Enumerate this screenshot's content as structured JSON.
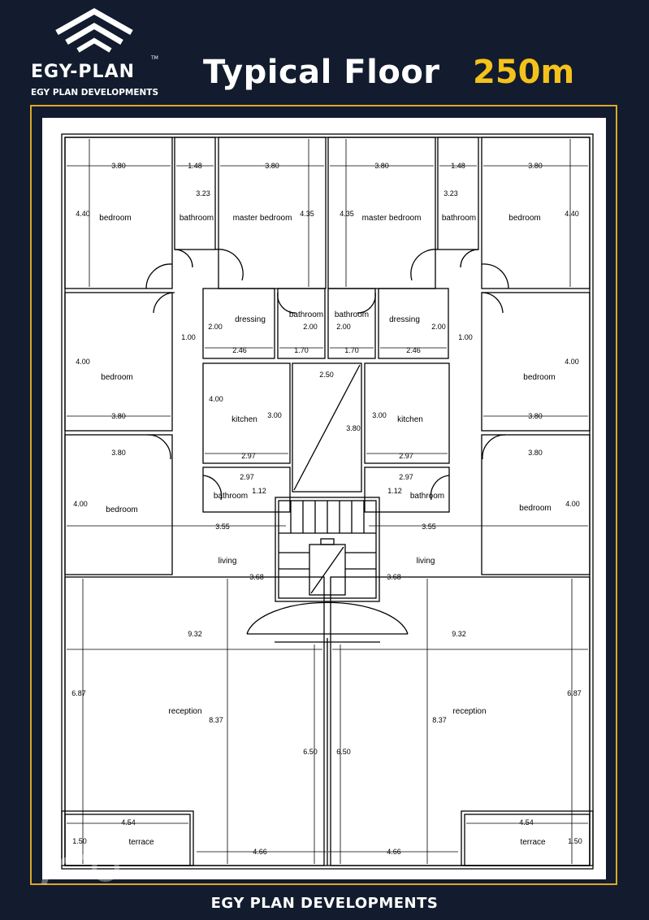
{
  "header": {
    "brand": "EGY-PLAN",
    "brand_tm": "TM",
    "brand_sub": "EGY PLAN DEVELOPMENTS",
    "title": "Typical Floor",
    "area": "250m",
    "logo_icon": "chevron-roof-icon"
  },
  "footer": {
    "text": "EGY PLAN DEVELOPMENTS"
  },
  "colors": {
    "background": "#121c2e",
    "accent": "#f5c21b",
    "frame": "#d9a928",
    "plan_bg": "#ffffff"
  },
  "plan": {
    "rooms": {
      "bedroom_tl": "bedroom",
      "bathroom_tl": "bathroom",
      "master_l": "master bedroom",
      "master_r": "master bedroom",
      "bathroom_tr": "bathroom",
      "bedroom_tr": "bedroom",
      "dressing_l": "dressing",
      "bath_mid_l": "bathroom",
      "bath_mid_r": "bathroom",
      "dressing_r": "dressing",
      "bedroom_ml": "bedroom",
      "bedroom_mr": "bedroom",
      "kitchen_l": "kitchen",
      "kitchen_r": "kitchen",
      "bedroom_ll": "bedroom",
      "bedroom_lr": "bedroom",
      "bathroom_kl": "bathroom",
      "bathroom_kr": "bathroom",
      "living_l": "living",
      "living_r": "living",
      "reception_l": "reception",
      "reception_r": "reception",
      "terrace_l": "terrace",
      "terrace_r": "terrace"
    },
    "dims": {
      "d1": "3.80",
      "d2": "1.48",
      "d3": "3.80",
      "d4": "3.80",
      "d5": "1.48",
      "d6": "3.80",
      "d7": "4.40",
      "d8": "3.23",
      "d9": "4.35",
      "d10": "4.35",
      "d11": "3.23",
      "d12": "4.40",
      "d13": "2.00",
      "d14": "2.00",
      "d15": "2.00",
      "d16": "2.00",
      "d17": "1.00",
      "d18": "1.00",
      "d19": "2.46",
      "d20": "1.70",
      "d21": "1.70",
      "d22": "2.46",
      "d23": "2.50",
      "d24": "4.00",
      "d25": "4.00",
      "d26": "4.00",
      "d27": "3.00",
      "d28": "3.80",
      "d29": "3.00",
      "d30": "3.80",
      "d31": "3.80",
      "d32": "3.80",
      "d33": "3.80",
      "d34": "2.97",
      "d35": "2.97",
      "d36": "2.97",
      "d37": "2.97",
      "d38": "1.12",
      "d39": "1.12",
      "d40": "4.00",
      "d41": "4.00",
      "d42": "3.55",
      "d43": "3.55",
      "d44": "3.68",
      "d45": "3.68",
      "d46": "9.32",
      "d47": "9.32",
      "d48": "6.87",
      "d49": "6.87",
      "d50": "8.37",
      "d51": "8.37",
      "d52": "6.50",
      "d53": "6.50",
      "d54": "4.54",
      "d55": "4.54",
      "d56": "1.50",
      "d57": "1.50",
      "d58": "4.66",
      "d59": "4.66"
    }
  }
}
